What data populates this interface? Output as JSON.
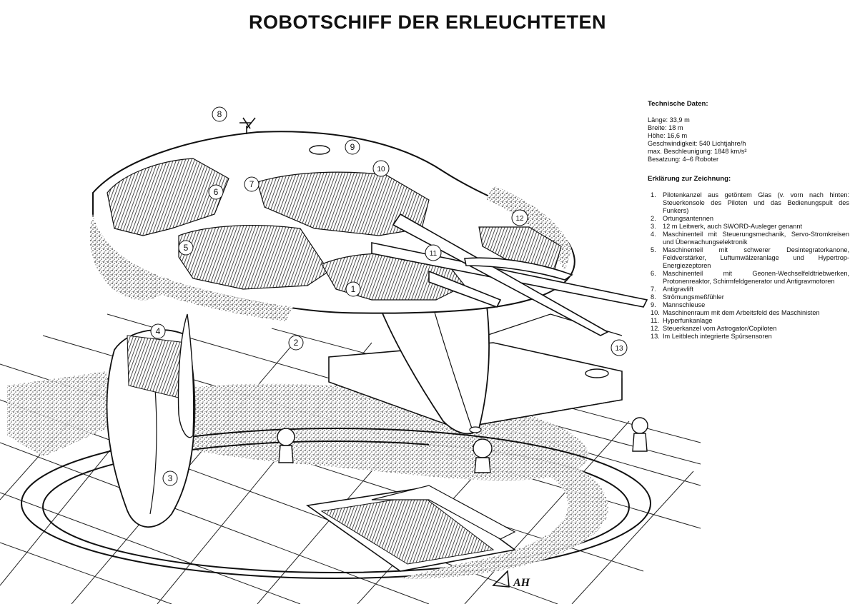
{
  "title": "ROBOTSCHIFF DER ERLEUCHTETEN",
  "tech_heading": "Technische Daten:",
  "specs": [
    "Länge: 33,9 m",
    "Breite: 18 m",
    "Höhe: 16,6 m",
    "Geschwindigkeit: 540 Lichtjahre/h",
    "max. Beschleunigung: 1848 km/s²",
    "Besatzung: 4–6 Roboter"
  ],
  "legend_heading": "Erklärung zur Zeichnung:",
  "legend": [
    {
      "n": "1.",
      "t": "Pilotenkanzel aus getöntem Glas (v. vorn nach hinten: Steuerkonsole des Piloten und das Bedienungspult des Funkers)"
    },
    {
      "n": "2.",
      "t": "Ortungsantennen"
    },
    {
      "n": "3.",
      "t": "12 m Leitwerk, auch SWORD-Ausleger genannt"
    },
    {
      "n": "4.",
      "t": "Maschinenteil mit Steuerungsmechanik, Servo-Stromkreisen und Überwachungselektronik"
    },
    {
      "n": "5.",
      "t": "Maschinenteil mit schwerer Desintegratorkanone, Feldverstärker, Luftumwälzeranlage und Hypertrop-Energiezeptoren"
    },
    {
      "n": "6.",
      "t": "Maschinenteil mit Geonen-Wechselfeldtriebwerken, Protonenreaktor, Schirmfeldgenerator und Antigravmotoren"
    },
    {
      "n": "7.",
      "t": "Antigravlift"
    },
    {
      "n": "8.",
      "t": "Strömungsmeßfühler"
    },
    {
      "n": "9.",
      "t": "Mannschleuse"
    },
    {
      "n": "10.",
      "t": "Maschinenraum mit dem Arbeitsfeld des Maschinisten"
    },
    {
      "n": "11.",
      "t": "Hyperfunkanlage"
    },
    {
      "n": "12.",
      "t": "Steuerkanzel vom Astrogator/Copiloten"
    },
    {
      "n": "13.",
      "t": "Im Leitblech integrierte Spürsensoren"
    }
  ],
  "callouts": [
    "1",
    "2",
    "3",
    "4",
    "5",
    "6",
    "7",
    "8",
    "9",
    "10",
    "11",
    "12",
    "13"
  ],
  "signature": "AH"
}
